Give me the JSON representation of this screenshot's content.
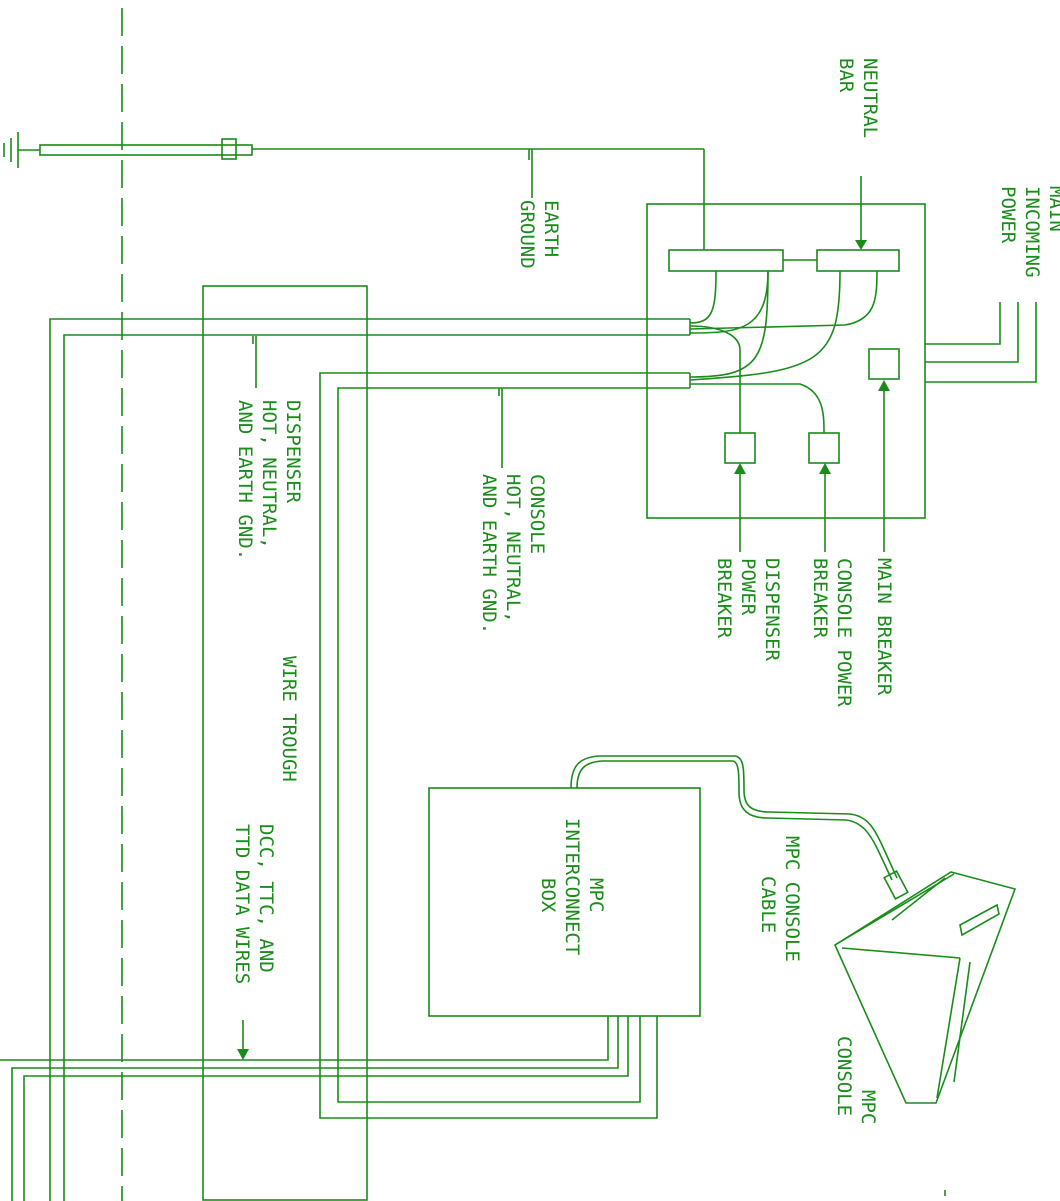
{
  "labels": {
    "neutral_bar": [
      "NEUTRAL",
      "BAR"
    ],
    "main_incoming_power": [
      "MAIN",
      "INCOMING",
      "POWER"
    ],
    "earth_ground": [
      "EARTH",
      "GROUND"
    ],
    "dispenser_wires": [
      "DISPENSER",
      "HOT, NEUTRAL,",
      "AND EARTH GND."
    ],
    "console_wires": [
      "CONSOLE",
      "HOT, NEUTRAL,",
      "AND EARTH GND."
    ],
    "dispenser_power_breaker": [
      "DISPENSER",
      "POWER",
      "BREAKER"
    ],
    "console_power_breaker": [
      "CONSOLE POWER",
      "BREAKER"
    ],
    "main_breaker": [
      "MAIN BREAKER"
    ],
    "wire_trough": [
      "WIRE TROUGH"
    ],
    "data_wires": [
      "DCC, TTC, AND",
      "TTD DATA WIRES"
    ],
    "interconnect_box": [
      "MPC",
      "INTERCONNECT",
      "BOX"
    ],
    "console_cable": [
      "MPC CONSOLE",
      "CABLE"
    ],
    "console": [
      "MPC",
      "CONSOLE"
    ]
  },
  "colors": {
    "line": "#1a8c1a",
    "background": "#ffffff"
  }
}
